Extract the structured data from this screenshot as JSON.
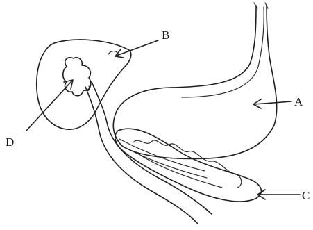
{
  "labels": {
    "a": "A",
    "b": "B",
    "c": "C",
    "d": "D"
  },
  "colors": {
    "ink": "#1f1f1f",
    "background": "#ffffff"
  }
}
